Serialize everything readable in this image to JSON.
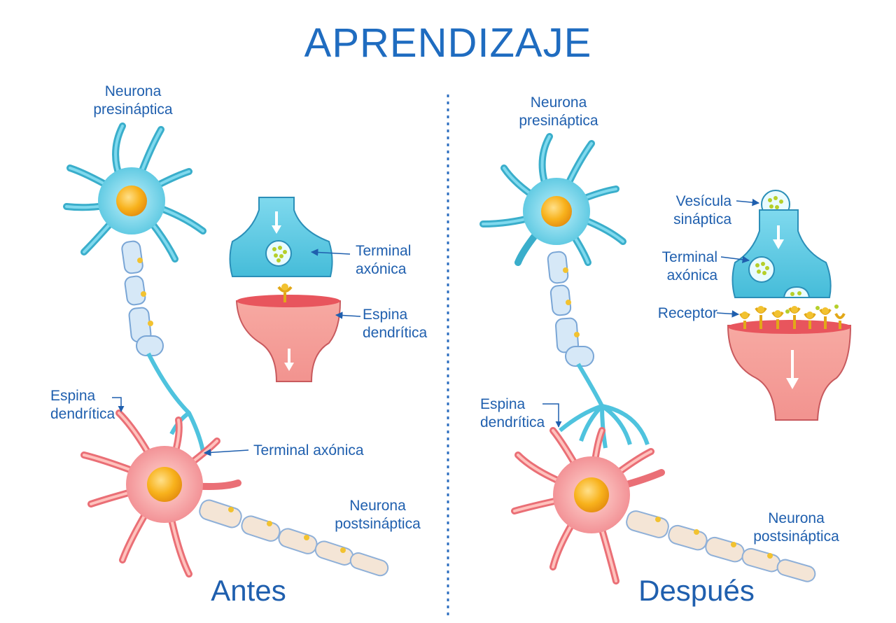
{
  "title": "APRENDIZAJE",
  "colors": {
    "label_text": "#1f5fae",
    "title_text": "#1f6cc0",
    "presynaptic": "#4fc3de",
    "postsynaptic": "#f0848a",
    "nucleus": "#f8b21c",
    "vesicle_dots": "#b5cf2a",
    "receptor": "#f2c230",
    "divider": "#2e6fc0"
  },
  "panels": {
    "before": {
      "caption": "Antes",
      "presynaptic_label": "Neurona\npresináptica",
      "axon_terminal_label": "Terminal\naxónica",
      "dendritic_spine_label": "Espina\ndendrítica",
      "dendritic_spine_label_small": "Espina\ndendrítica",
      "axon_terminal_label_inline": "Terminal axónica",
      "postsynaptic_label": "Neurona\npostsináptica"
    },
    "after": {
      "caption": "Después",
      "presynaptic_label": "Neurona\npresináptica",
      "vesicle_label": "Vesícula\nsináptica",
      "axon_terminal_label": "Terminal\naxónica",
      "receptor_label": "Receptor",
      "dendritic_spine_label_small": "Espina\ndendrítica",
      "postsynaptic_label": "Neurona\npostsináptica"
    }
  },
  "icons": {
    "arrow_down": "arrow-down-icon",
    "pointer": "pointer-arrow-icon"
  }
}
